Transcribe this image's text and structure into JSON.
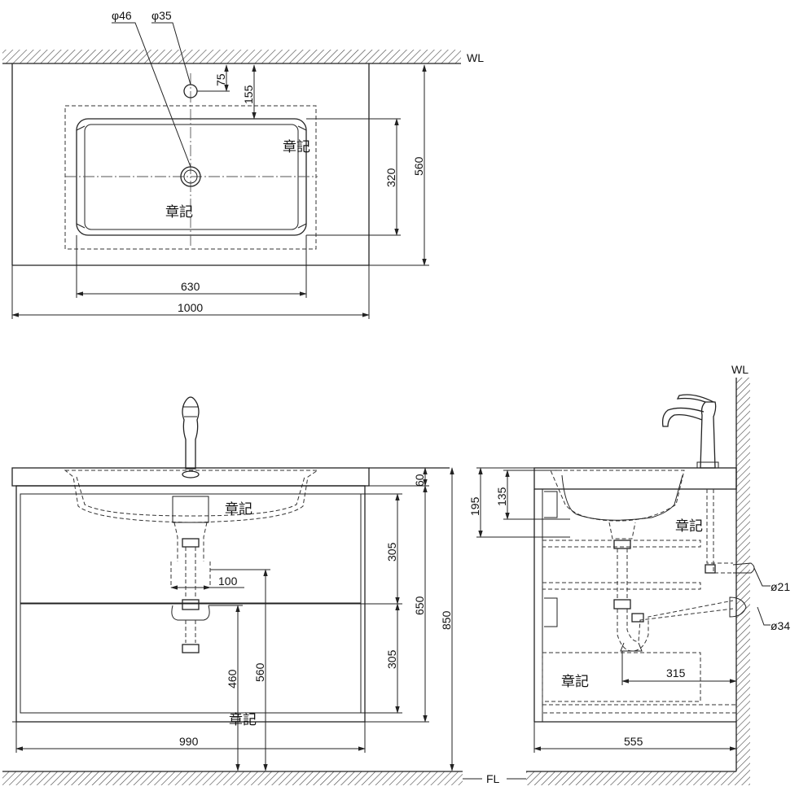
{
  "labels": {
    "wall_top": "WL",
    "wall_side": "WL",
    "floor": "FL",
    "phi46": "φ46",
    "phi35": "φ35",
    "phi21": "ø21",
    "phi34": "ø34"
  },
  "dims": {
    "d75": "75",
    "d155": "155",
    "d320": "320",
    "d560_top": "560",
    "d630": "630",
    "d1000": "1000",
    "d60": "60",
    "d305_upper": "305",
    "d305_lower": "305",
    "d650": "650",
    "d850": "850",
    "d100": "100",
    "d460": "460",
    "d560_front": "560",
    "d990": "990",
    "d195": "195",
    "d135": "135",
    "d315": "315",
    "d555": "555"
  },
  "marks": {
    "top_a": "章記",
    "top_b": "章記",
    "front_a": "章記",
    "front_b": "章記",
    "side_a": "章記",
    "side_b": "章記"
  }
}
